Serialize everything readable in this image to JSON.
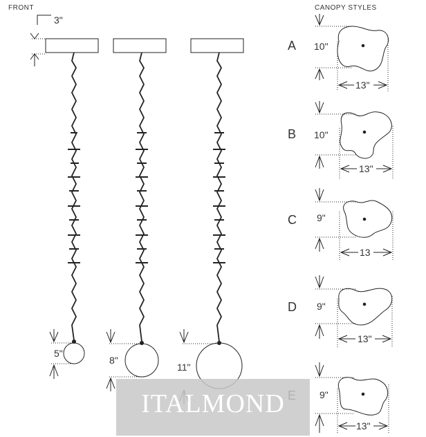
{
  "front_label": "FRONT",
  "front_height_label": "3\"",
  "canopy_title": "CANOPY STYLES",
  "pendants": [
    {
      "size_label": "5\""
    },
    {
      "size_label": "8\""
    },
    {
      "size_label": "11\""
    }
  ],
  "canopies": [
    {
      "letter": "A",
      "height": "10\"",
      "width": "13\""
    },
    {
      "letter": "B",
      "height": "10\"",
      "width": "13\""
    },
    {
      "letter": "C",
      "height": "9\"",
      "width": "13"
    },
    {
      "letter": "D",
      "height": "9\"",
      "width": "13\""
    },
    {
      "letter": "E",
      "height": "9\"",
      "width": "13\""
    }
  ],
  "watermark": "ITALMOND",
  "colors": {
    "line": "#222222",
    "watermark_bg": "#c8c8c8"
  }
}
